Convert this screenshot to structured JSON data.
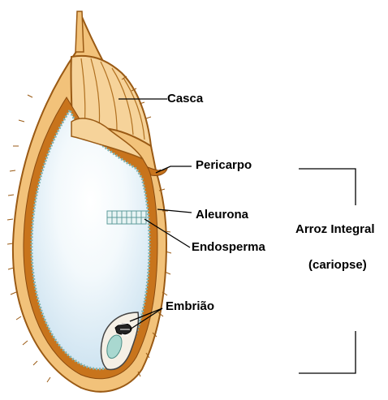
{
  "labels": {
    "casca": "Casca",
    "pericarpo": "Pericarpo",
    "aleurona": "Aleurona",
    "endosperma": "Endosperma",
    "embriao": "Embrião"
  },
  "group": {
    "title": "Arroz Integral",
    "subtitle": "(cariopse)"
  },
  "colors": {
    "hull": "#f2c27a",
    "hull_outline": "#9a5a14",
    "pericarp": "#c8741c",
    "endosperm": "#d6e9f4",
    "aleurone": "#7fb3b3",
    "line": "#000000"
  }
}
